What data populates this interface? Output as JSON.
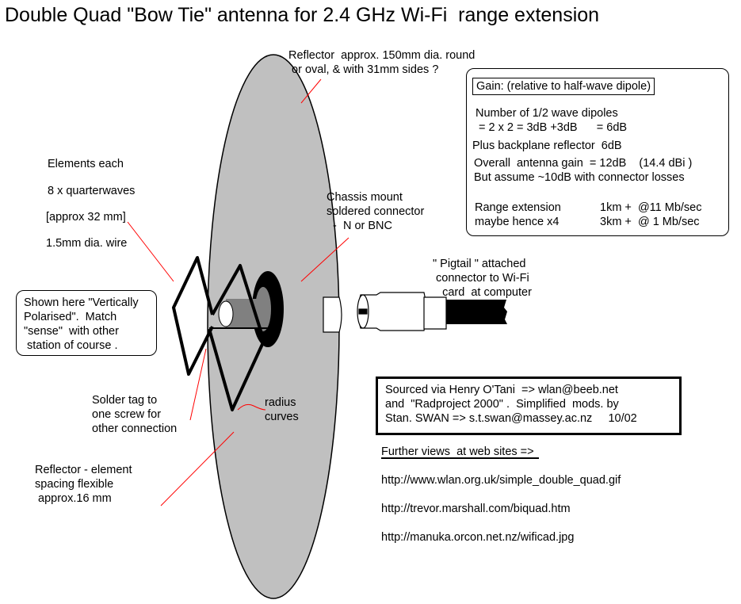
{
  "title": "Double Quad \"Bow Tie\" antenna for 2.4 GHz Wi-Fi  range extension",
  "labels": {
    "reflector": "Reflector  approx. 150mm dia. round\n or oval, & with 31mm sides ?",
    "elements_each": "Elements each",
    "quarterwaves": "8 x quarterwaves",
    "approx": "[approx 32 mm]",
    "wire": "1.5mm dia. wire",
    "polarised": "Shown here \"Vertically\nPolarised\".  Match\n\"sense\"  with other\n station of course .",
    "chassis": "Chassis mount\nsoldered connector\n  -  N or BNC",
    "pigtail": "\" Pigtail \" attached\n connector to Wi-Fi\n   card  at computer",
    "solder": "Solder tag to\none screw for\nother connection",
    "radius": "radius\ncurves",
    "spacing": "Reflector - element\nspacing flexible\n approx.16 mm"
  },
  "gain": {
    "heading": "Gain: (relative to half-wave dipole)",
    "dipoles": "Number of 1/2 wave dipoles\n = 2 x 2 = 3dB +3dB      = 6dB",
    "backplane": "Plus backplane reflector  6dB",
    "overall": "Overall  antenna gain  = 12dB    (14.4 dBi )\nBut assume ~10dB with connector losses",
    "range_label": "Range extension\nmaybe hence x4",
    "range_values": "1km +  @11 Mb/sec\n3km +  @ 1 Mb/sec"
  },
  "source": "Sourced via Henry O'Tani  => wlan@beeb.net\nand  \"Radproject 2000\" .  Simplified  mods. by\nStan. SWAN => s.t.swan@massey.ac.nz     10/02",
  "further": {
    "heading": "Further views  at web sites =>",
    "links": [
      "http://www.wlan.org.uk/simple_double_quad.gif",
      "http://trevor.marshall.com/biquad.htm",
      "http://manuka.orcon.net.nz/wificad.jpg"
    ]
  },
  "colors": {
    "reflector": "#c0c0c0",
    "leader": "#ff0000",
    "cable": "#000000"
  }
}
